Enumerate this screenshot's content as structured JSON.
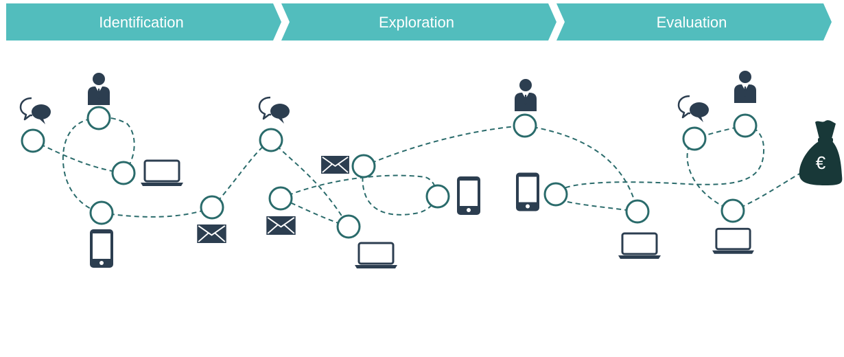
{
  "stages": [
    {
      "label": "Identification"
    },
    {
      "label": "Exploration"
    },
    {
      "label": "Evaluation"
    }
  ],
  "icons": {
    "chat": "chat-bubbles-icon",
    "person": "businessperson-icon",
    "laptop": "laptop-icon",
    "phone": "smartphone-icon",
    "mail": "envelope-icon",
    "moneybag": "money-bag-icon",
    "currency_symbol": "€"
  },
  "colors": {
    "banner": "#52bdbd",
    "node_stroke": "#2a6b6b",
    "path": "#2a6b6b",
    "icon": "#2c3e50",
    "moneybag": "#183838"
  }
}
